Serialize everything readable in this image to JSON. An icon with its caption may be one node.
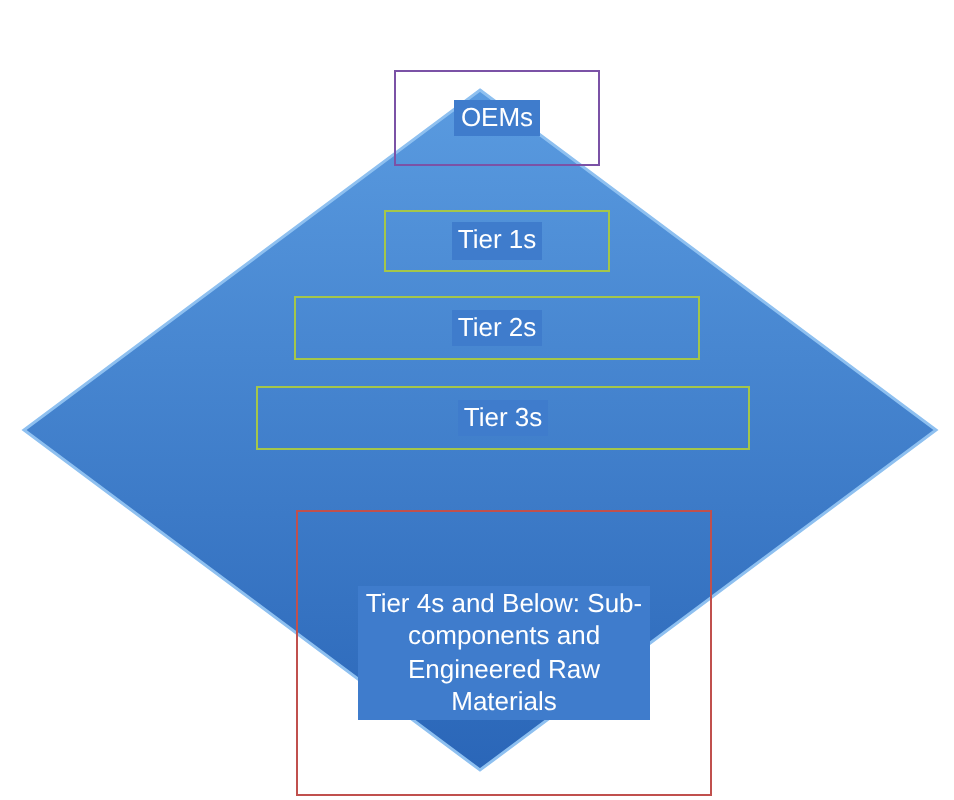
{
  "diagram": {
    "nodes": [
      {
        "text": [],
        "shape": "diamond"
      },
      {
        "text": [
          "OEMs"
        ]
      },
      {
        "text": [
          "Tier 1s"
        ],
        "in": 0
      },
      {
        "text": [
          "Tier 2s"
        ],
        "in": 0
      },
      {
        "text": [
          "Tier 3s"
        ],
        "in": 0
      },
      {
        "text": [
          "Tier 4s and Below: Sub-components and Engineered Raw Materials"
        ]
      }
    ]
  }
}
